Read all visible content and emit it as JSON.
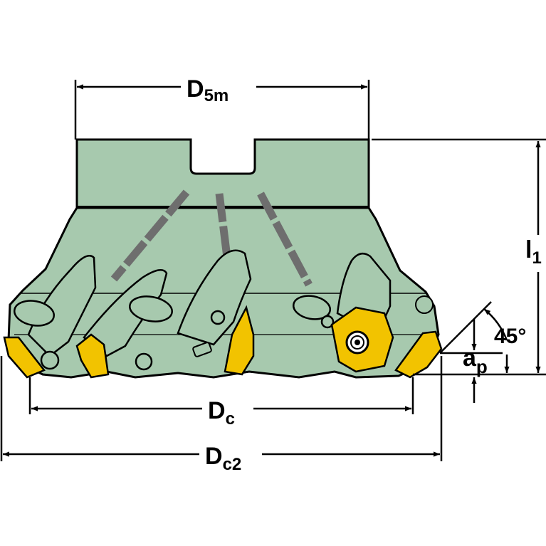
{
  "colors": {
    "body": "#a7c9ae",
    "body_dark": "#7e9e87",
    "insert": "#f2c300",
    "insert_dark": "#b88f00",
    "stripe": "#6e6e6e",
    "line": "#000000"
  },
  "labels": {
    "d5m": {
      "main": "D",
      "sub": "5m"
    },
    "l1": {
      "main": "l",
      "sub": "1"
    },
    "angle": "45°",
    "ap": {
      "main": "a",
      "sub": "p"
    },
    "dc": {
      "main": "D",
      "sub": "c"
    },
    "dc2": {
      "main": "D",
      "sub": "c2"
    }
  },
  "icons": [
    "arrowhead",
    "insert-screw-icon"
  ]
}
